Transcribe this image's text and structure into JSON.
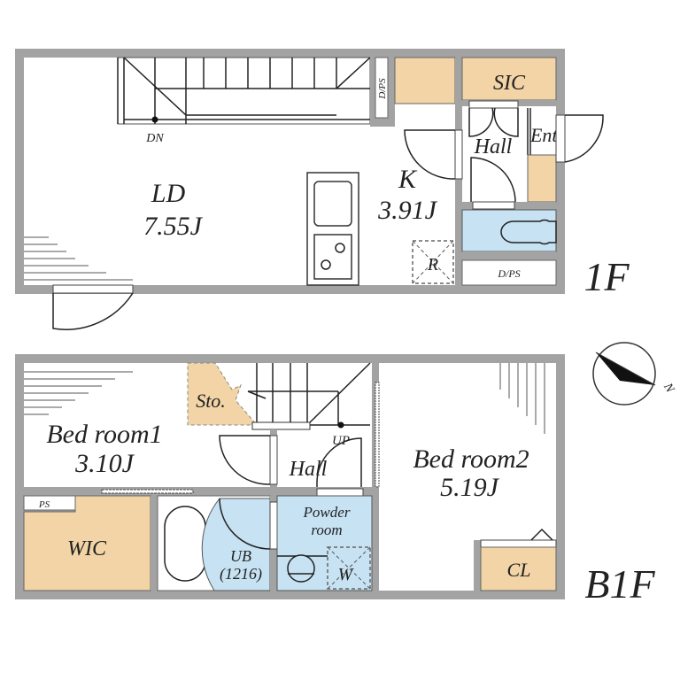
{
  "floors": {
    "first": {
      "label": "1F",
      "rooms": {
        "ld_name": "LD",
        "ld_size": "7.55J",
        "k_name": "K",
        "k_size": "3.91J",
        "sic": "SIC",
        "hall": "Hall",
        "ent": "Ent.",
        "dps_vertical": "D/PS",
        "dps_horizontal": "D/PS",
        "refrigerator": "R",
        "stairs_dir": "DN"
      }
    },
    "basement": {
      "label": "B1F",
      "rooms": {
        "bed1_name": "Bed room1",
        "bed1_size": "3.10J",
        "bed2_name": "Bed room2",
        "bed2_size": "5.19J",
        "sto": "Sto.",
        "hall": "Hall",
        "stairs_dir": "UP",
        "ps": "PS",
        "wic": "WIC",
        "ub": "UB",
        "ub_size": "(1216)",
        "powder1": "Powder",
        "powder2": "room",
        "washer": "W",
        "cl": "CL"
      }
    }
  },
  "compass": {
    "north": "N"
  },
  "colors": {
    "wall": "#a3a3a3",
    "storage": "#f2d4a6",
    "wet": "#c6e2f3"
  }
}
